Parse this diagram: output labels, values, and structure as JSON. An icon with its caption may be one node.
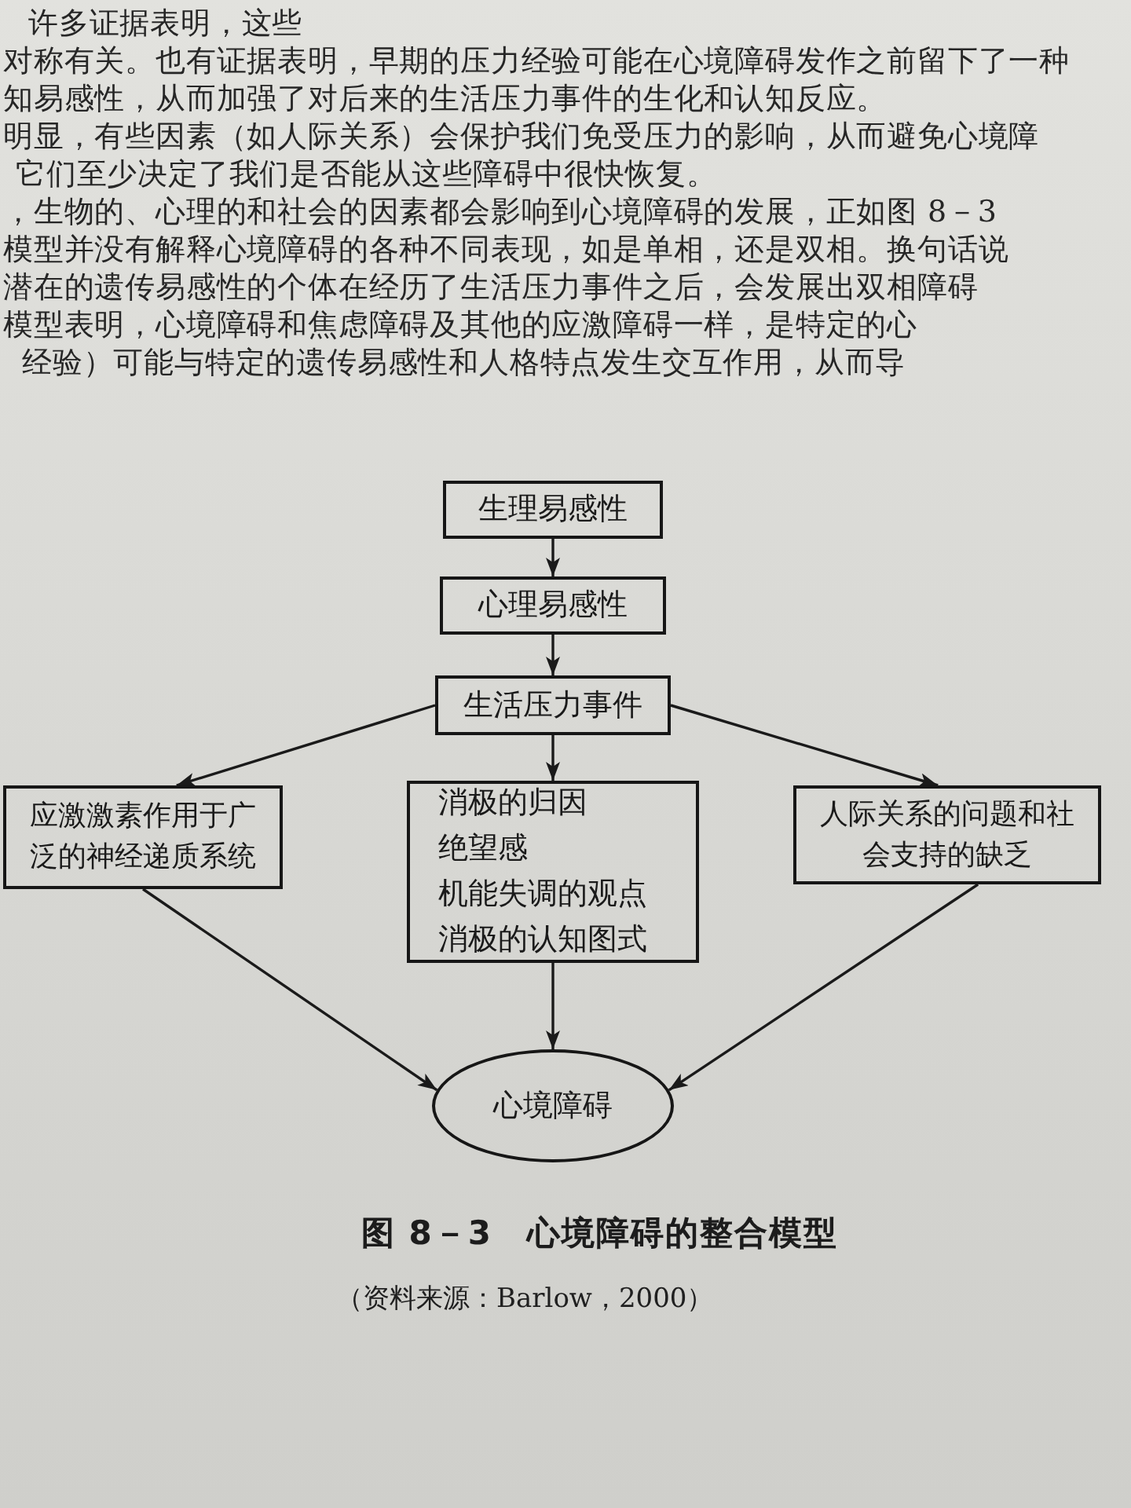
{
  "diagram": {
    "caption": "图 8－3　心境障碍的整合模型",
    "nodes": [
      {
        "text": [
          "生理易感性"
        ]
      },
      {
        "text": [
          "心理易感性"
        ]
      },
      {
        "text": [
          "生活压力事件"
        ]
      },
      {
        "text": [
          "应激激素作用于广泛的神经递质系统"
        ]
      },
      {
        "text": [
          "消极的归因",
          "绝望感",
          "机能失调的观点",
          "消极的认知图式"
        ]
      },
      {
        "text": [
          "人际关系的问题和社会支持的缺乏"
        ]
      },
      {
        "text": [
          "心境障碍"
        ]
      }
    ],
    "edges": [
      {
        "from": 0,
        "to": 1,
        "arrow": "to"
      },
      {
        "from": 1,
        "to": 2,
        "arrow": "to"
      },
      {
        "from": 2,
        "to": 3,
        "arrow": "to"
      },
      {
        "from": 2,
        "to": 4,
        "arrow": "to"
      },
      {
        "from": 2,
        "to": 5,
        "arrow": "to"
      },
      {
        "from": 3,
        "to": 6,
        "arrow": "to"
      },
      {
        "from": 4,
        "to": 6,
        "arrow": "to"
      },
      {
        "from": 5,
        "to": 6,
        "arrow": "to"
      }
    ],
    "labels": [
      "许多证据表明，这些",
      "对称有关。也有证据表明，早期的压力经验可能在心境障碍发作之前留下了一种",
      "知易感性，从而加强了对后来的生活压力事件的生化和认知反应。",
      "明显，有些因素（如人际关系）会保护我们免受压力的影响，从而避免心境障",
      "它们至少决定了我们是否能从这些障碍中很快恢复。",
      "，生物的、心理的和社会的因素都会影响到心境障碍的发展，正如图 8－3",
      "模型并没有解释心境障碍的各种不同表现，如是单相，还是双相。换句话说",
      "潜在的遗传易感性的个体在经历了生活压力事件之后，会发展出双相障碍",
      "模型表明，心境障碍和焦虑障碍及其他的应激障碍一样，是特定的心",
      "经验）可能与特定的遗传易感性和人格特点发生交互作用，从而导",
      "（资料来源：Barlow，2000）"
    ]
  }
}
